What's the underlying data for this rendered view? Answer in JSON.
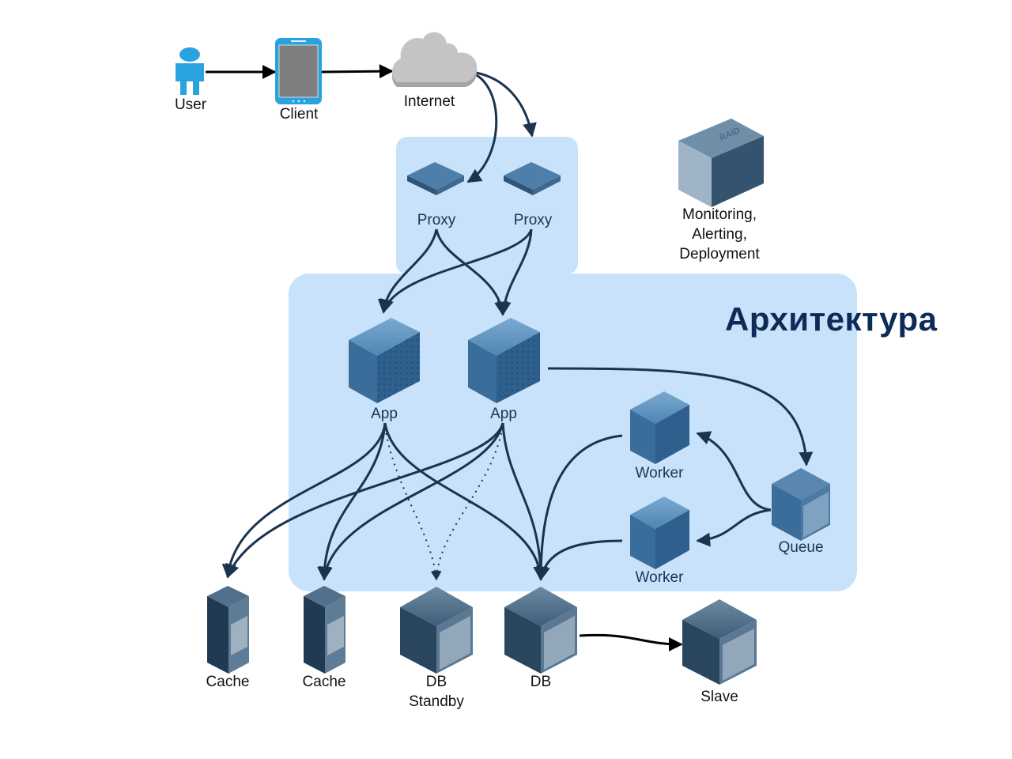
{
  "title": "Архитектура",
  "colors": {
    "zone_fill": "#c8e2fb",
    "title": "#0e2a57",
    "edge_dark": "#1a3450",
    "edge_black": "#000000",
    "user_blue": "#29a3df",
    "cloud_gray": "#c4c4c4"
  },
  "nodes": {
    "user": {
      "label": "User",
      "icon": "user-icon"
    },
    "client": {
      "label": "Client",
      "icon": "tablet-icon"
    },
    "internet": {
      "label": "Internet",
      "icon": "cloud-icon"
    },
    "proxy1": {
      "label": "Proxy",
      "icon": "network-appliance-icon"
    },
    "proxy2": {
      "label": "Proxy",
      "icon": "network-appliance-icon"
    },
    "monitoring": {
      "label": "Monitoring,\nAlerting,\nDeployment",
      "icon": "raid-server-icon"
    },
    "app1": {
      "label": "App",
      "icon": "server-icon"
    },
    "app2": {
      "label": "App",
      "icon": "server-icon"
    },
    "worker1": {
      "label": "Worker",
      "icon": "server-icon"
    },
    "worker2": {
      "label": "Worker",
      "icon": "server-icon"
    },
    "queue": {
      "label": "Queue",
      "icon": "storage-server-icon"
    },
    "cache1": {
      "label": "Cache",
      "icon": "rack-server-icon"
    },
    "cache2": {
      "label": "Cache",
      "icon": "rack-server-icon"
    },
    "db_standby": {
      "label": "DB\nStandby",
      "icon": "storage-server-icon"
    },
    "db": {
      "label": "DB",
      "icon": "storage-server-icon"
    },
    "slave": {
      "label": "Slave",
      "icon": "storage-server-icon"
    }
  },
  "edges": [
    {
      "from": "user",
      "to": "client",
      "style": "solid"
    },
    {
      "from": "client",
      "to": "internet",
      "style": "solid"
    },
    {
      "from": "internet",
      "to": "proxy1",
      "style": "solid"
    },
    {
      "from": "internet",
      "to": "proxy2",
      "style": "solid"
    },
    {
      "from": "proxy1",
      "to": "app1",
      "style": "solid"
    },
    {
      "from": "proxy1",
      "to": "app2",
      "style": "solid"
    },
    {
      "from": "proxy2",
      "to": "app1",
      "style": "solid"
    },
    {
      "from": "proxy2",
      "to": "app2",
      "style": "solid"
    },
    {
      "from": "app1",
      "to": "cache1",
      "style": "solid"
    },
    {
      "from": "app1",
      "to": "cache2",
      "style": "solid"
    },
    {
      "from": "app1",
      "to": "db_standby",
      "style": "dotted"
    },
    {
      "from": "app1",
      "to": "db",
      "style": "solid"
    },
    {
      "from": "app2",
      "to": "cache1",
      "style": "solid"
    },
    {
      "from": "app2",
      "to": "cache2",
      "style": "solid"
    },
    {
      "from": "app2",
      "to": "db_standby",
      "style": "dotted"
    },
    {
      "from": "app2",
      "to": "db",
      "style": "solid"
    },
    {
      "from": "app2",
      "to": "queue",
      "style": "solid"
    },
    {
      "from": "queue",
      "to": "worker1",
      "style": "solid"
    },
    {
      "from": "queue",
      "to": "worker2",
      "style": "solid"
    },
    {
      "from": "worker1",
      "to": "db",
      "style": "solid"
    },
    {
      "from": "worker2",
      "to": "db",
      "style": "solid"
    },
    {
      "from": "db",
      "to": "slave",
      "style": "solid"
    }
  ]
}
